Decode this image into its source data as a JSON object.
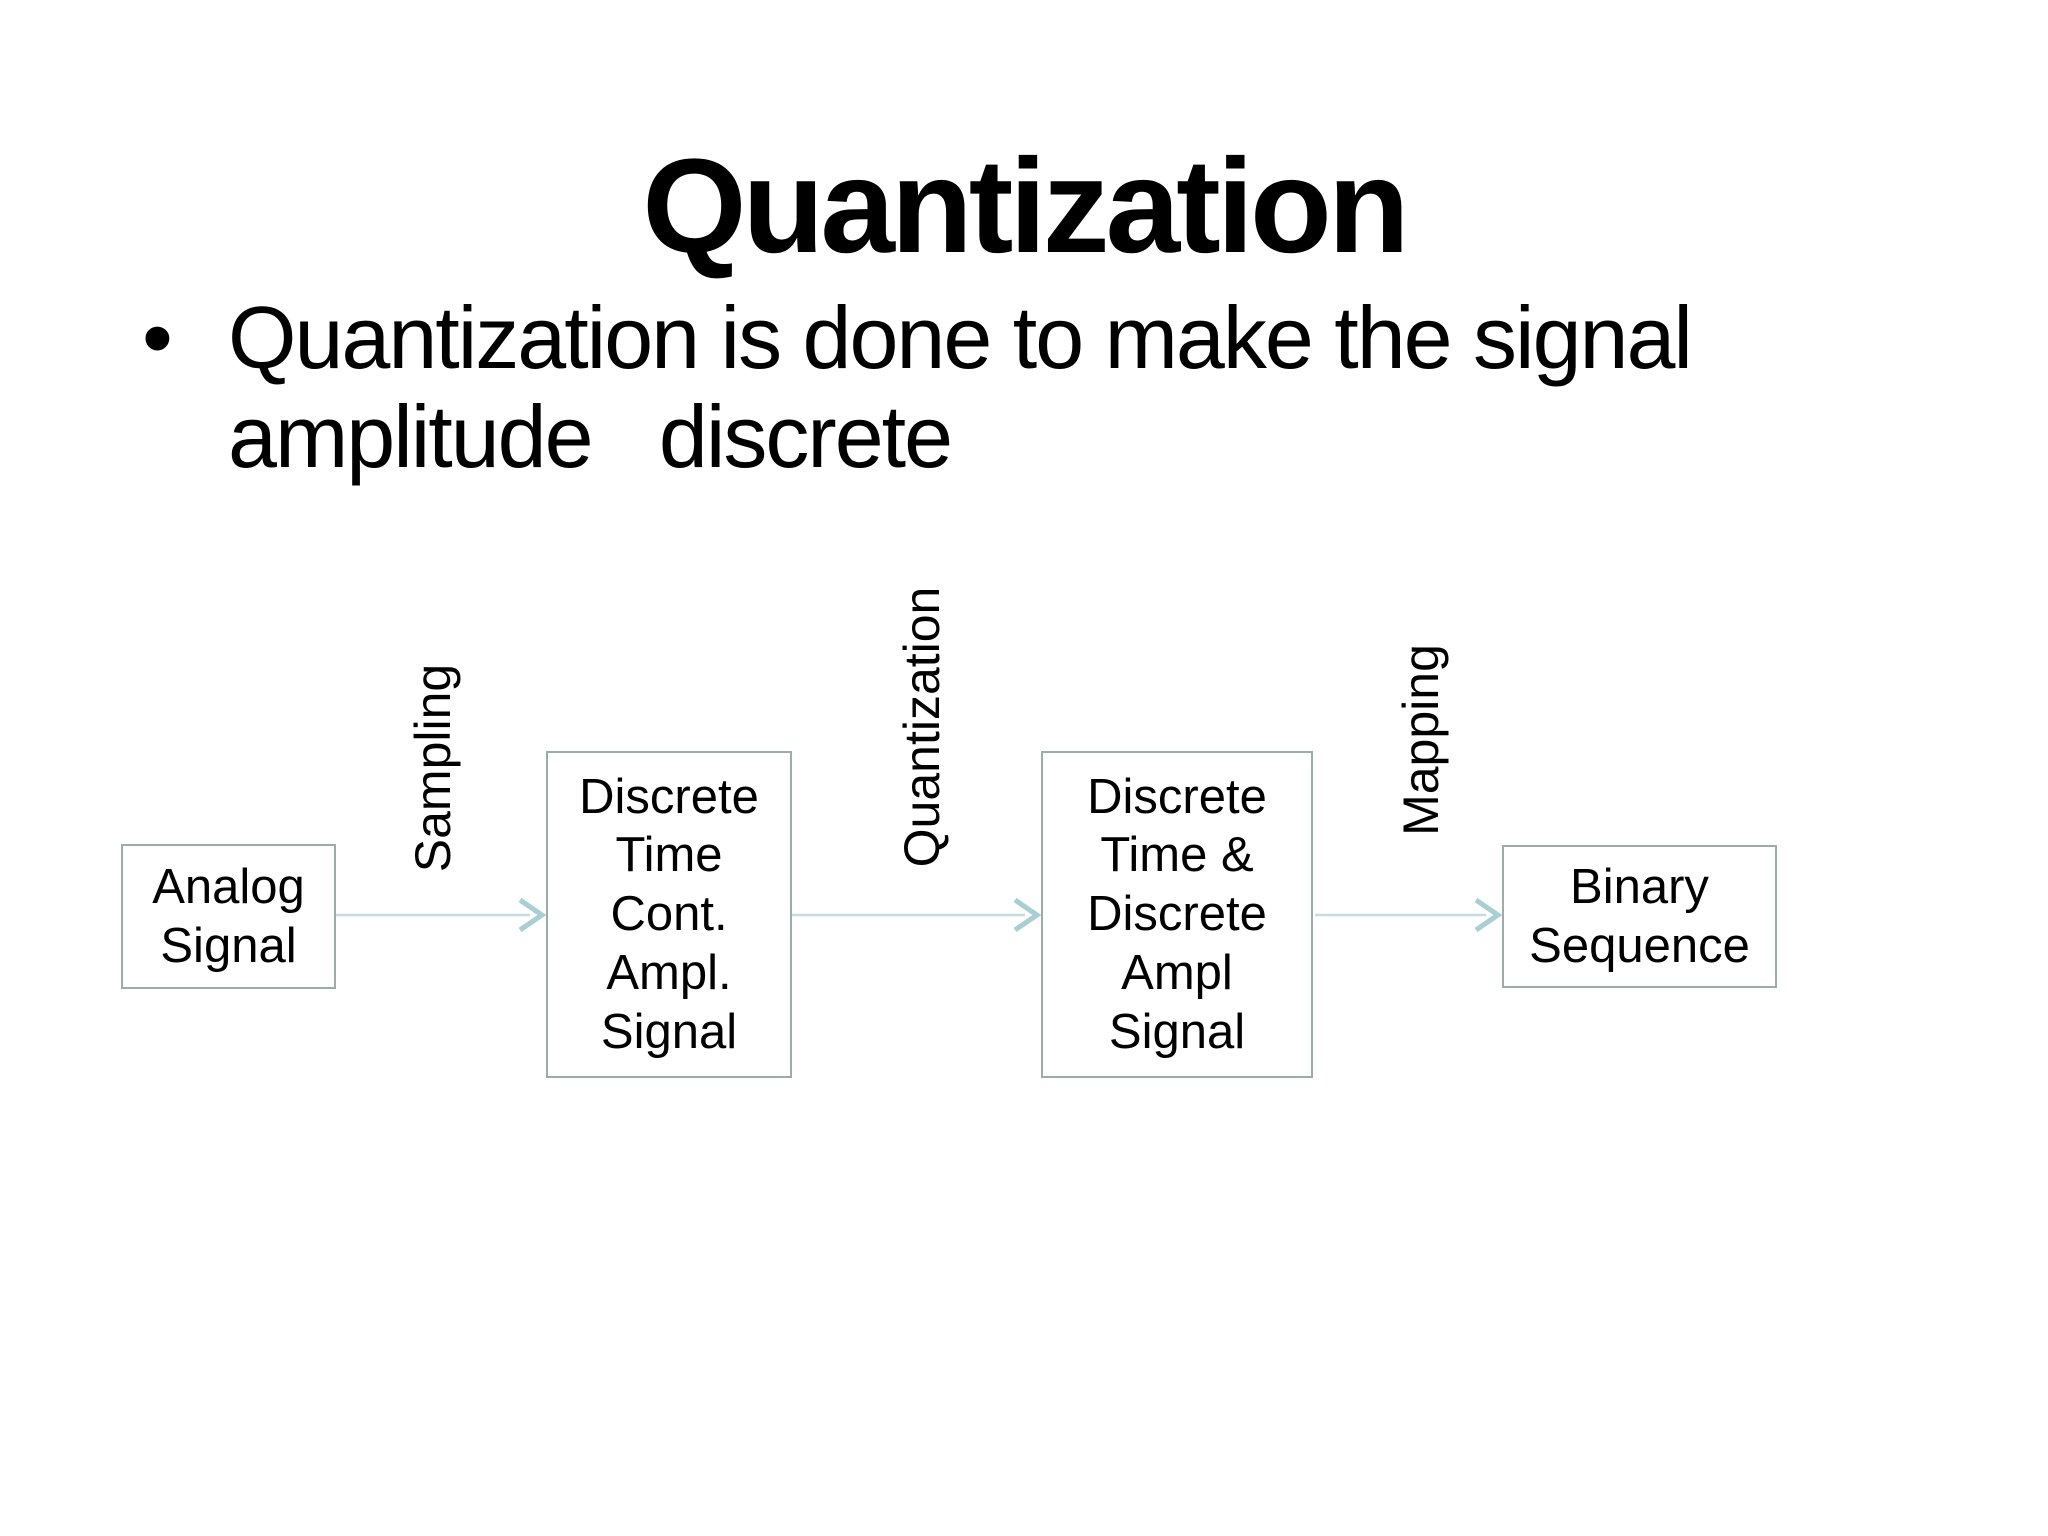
{
  "slide": {
    "title": "Quantization",
    "bullet": {
      "marker": "•",
      "text": "Quantization is done to make the signal\namplitude   discrete"
    },
    "diagram": {
      "nodes": [
        {
          "id": "analog-signal",
          "label": "Analog\nSignal"
        },
        {
          "id": "discrete-time-cont-ampl-signal",
          "label": "Discrete\nTime\nCont.\nAmpl.\nSignal"
        },
        {
          "id": "discrete-time-discrete-ampl-signal",
          "label": "Discrete\nTime &\nDiscrete\nAmpl\nSignal"
        },
        {
          "id": "binary-sequence",
          "label": "Binary\nSequence"
        }
      ],
      "edges": [
        {
          "label": "Sampling",
          "from": "analog-signal",
          "to": "discrete-time-cont-ampl-signal"
        },
        {
          "label": "Quantization",
          "from": "discrete-time-cont-ampl-signal",
          "to": "discrete-time-discrete-ampl-signal"
        },
        {
          "label": "Mapping",
          "from": "discrete-time-discrete-ampl-signal",
          "to": "binary-sequence"
        }
      ],
      "colors": {
        "box_border": "#9bada7",
        "arrow_line": "#c6dce0",
        "arrow_head": "#a9ced3",
        "text": "#000000",
        "background": "#ffffff"
      }
    }
  }
}
